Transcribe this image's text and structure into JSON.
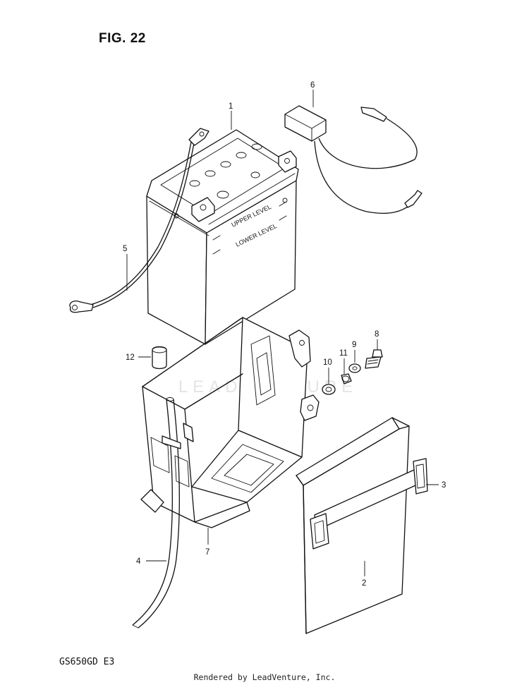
{
  "figure_title": "FIG. 22",
  "model_code": "GS650GD E3",
  "credit": "Rendered by LeadVenture, Inc.",
  "watermark": "LEADVENTURE",
  "battery_labels": {
    "upper": "UPPER LEVEL",
    "lower": "LOWER LEVEL"
  },
  "callouts": [
    {
      "id": "c1",
      "label": "1"
    },
    {
      "id": "c2",
      "label": "2"
    },
    {
      "id": "c3",
      "label": "3"
    },
    {
      "id": "c4",
      "label": "4"
    },
    {
      "id": "c5",
      "label": "5"
    },
    {
      "id": "c6",
      "label": "6"
    },
    {
      "id": "c7",
      "label": "7"
    },
    {
      "id": "c8",
      "label": "8"
    },
    {
      "id": "c9",
      "label": "9"
    },
    {
      "id": "c10",
      "label": "10"
    },
    {
      "id": "c11",
      "label": "11"
    },
    {
      "id": "c12",
      "label": "12"
    }
  ]
}
